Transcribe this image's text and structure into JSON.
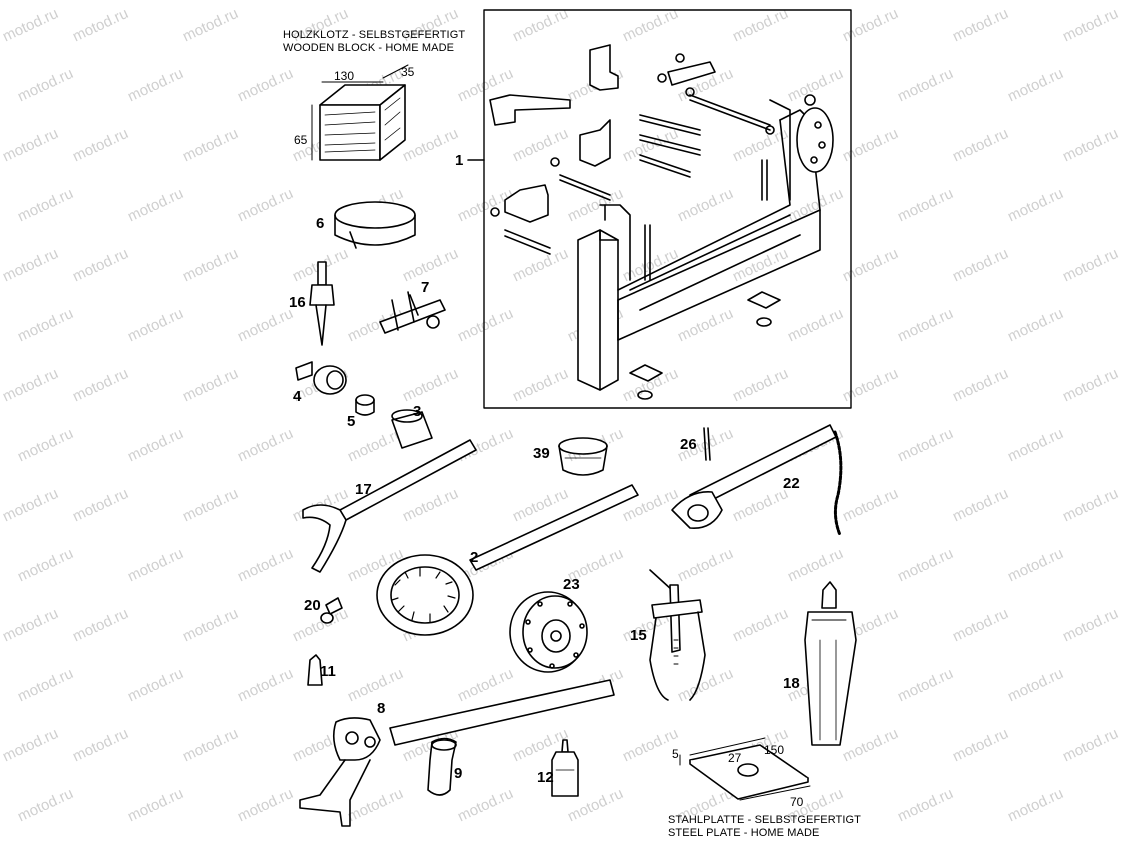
{
  "captions": {
    "wooden_block_de": "HOLZKLOTZ - SELBSTGEFERTIGT",
    "wooden_block_en": "WOODEN BLOCK - HOME MADE",
    "steel_plate_de": "STAHLPLATTE - SELBSTGEFERTIGT",
    "steel_plate_en": "STEEL PLATE - HOME MADE"
  },
  "dimensions": {
    "block_length": "130",
    "block_width": "35",
    "block_height": "65",
    "plate_thickness": "5",
    "plate_hole": "27",
    "plate_length": "150",
    "plate_width": "70"
  },
  "part_numbers": [
    "1",
    "2",
    "3",
    "4",
    "5",
    "6",
    "7",
    "8",
    "9",
    "11",
    "12",
    "15",
    "16",
    "17",
    "18",
    "20",
    "22",
    "23",
    "26",
    "39"
  ],
  "watermark": "motod.ru",
  "colors": {
    "line": "#000000",
    "watermark": "#cfcfcf",
    "background": "#ffffff"
  }
}
